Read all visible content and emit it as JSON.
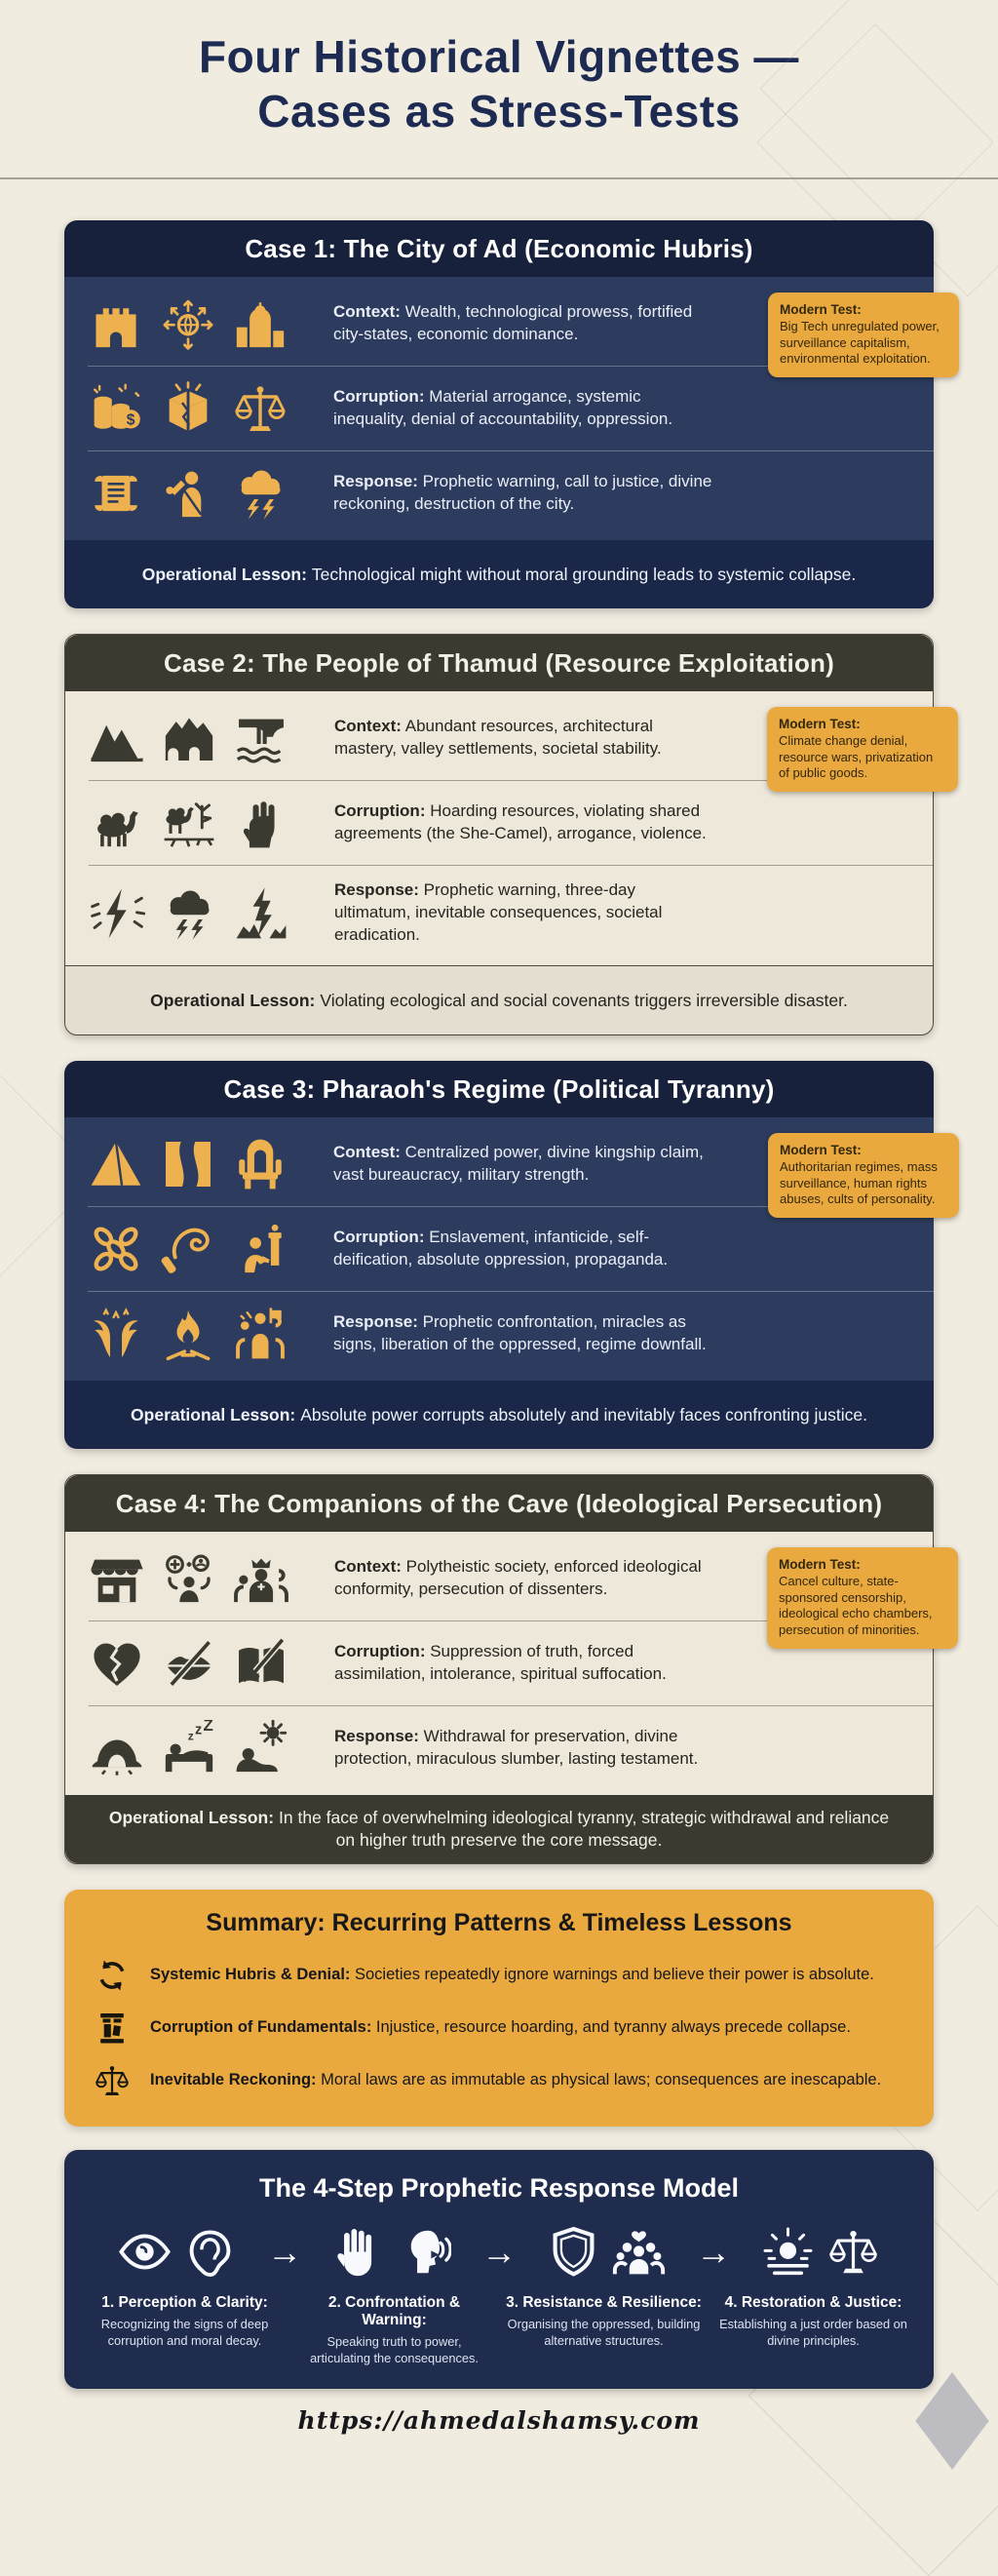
{
  "page": {
    "title_line1": "Four Historical Vignettes —",
    "title_line2": "Cases as Stress-Tests",
    "footer_url": "https://ahmedalshamsy.com"
  },
  "cases": [
    {
      "title": "Case 1: The City of Ad (Economic Hubris)",
      "rows": [
        {
          "label": "Context:",
          "text": "Wealth, technological prowess, fortified city-states, economic dominance.",
          "icons": [
            "castle",
            "globe",
            "city"
          ]
        },
        {
          "label": "Corruption:",
          "text": "Material arrogance, systemic inequality, denial of accountability, oppression.",
          "icons": [
            "coins",
            "broken-box",
            "scales"
          ]
        },
        {
          "label": "Response:",
          "text": "Prophetic warning, call to justice, divine reckoning, destruction of the city.",
          "icons": [
            "scroll",
            "preacher",
            "storm"
          ]
        }
      ],
      "modern_test_label": "Modern Test:",
      "modern_test": "Big Tech unregulated power, surveillance capitalism, environmental exploitation.",
      "lesson_label": "Operational Lesson:",
      "lesson": "Technological might without moral grounding leads to systemic collapse."
    },
    {
      "title": "Case 2: The People of Thamud (Resource Exploitation)",
      "rows": [
        {
          "label": "Context:",
          "text": "Abundant resources, architectural mastery, valley settlements, societal stability.",
          "icons": [
            "mountains",
            "arches",
            "waterfall"
          ]
        },
        {
          "label": "Corruption:",
          "text": "Hoarding resources, violating shared agreements (the She-Camel), arrogance, violence.",
          "icons": [
            "camel",
            "dead-land",
            "fist"
          ]
        },
        {
          "label": "Response:",
          "text": "Prophetic warning, three-day ultimatum, inevitable consequences, societal eradication.",
          "icons": [
            "quake",
            "storm",
            "rockfall"
          ]
        }
      ],
      "modern_test_label": "Modern Test:",
      "modern_test": "Climate change denial, resource wars, privatization of public goods.",
      "lesson_label": "Operational Lesson:",
      "lesson": "Violating ecological and social covenants triggers irreversible disaster."
    },
    {
      "title": "Case 3: Pharaoh's Regime (Political Tyranny)",
      "rows": [
        {
          "label": "Contest:",
          "text": "Centralized power, divine kingship claim, vast bureaucracy, military strength.",
          "icons": [
            "pyramid",
            "river",
            "throne"
          ]
        },
        {
          "label": "Corruption:",
          "text": "Enslavement, infanticide, self-deification, absolute oppression, propaganda.",
          "icons": [
            "chains",
            "whip",
            "kneel"
          ]
        },
        {
          "label": "Response:",
          "text": "Prophetic confrontation, miracles as signs, liberation of the oppressed, regime downfall.",
          "icons": [
            "waves",
            "fire",
            "uprising"
          ]
        }
      ],
      "modern_test_label": "Modern Test:",
      "modern_test": "Authoritarian regimes, mass surveillance, human rights abuses, cults of personality.",
      "lesson_label": "Operational Lesson:",
      "lesson": "Absolute power corrupts absolutely and inevitably faces confronting justice."
    },
    {
      "title": "Case 4: The Companions of the Cave (Ideological Persecution)",
      "rows": [
        {
          "label": "Context:",
          "text": "Polytheistic society, enforced ideological conformity, persecution of dissenters.",
          "icons": [
            "market",
            "idols",
            "king"
          ]
        },
        {
          "label": "Corruption:",
          "text": "Suppression of truth, forced assimilation, intolerance, spiritual suffocation.",
          "icons": [
            "broken-heart",
            "silenced",
            "book-sword"
          ]
        },
        {
          "label": "Response:",
          "text": "Withdrawal for preservation, divine protection, miraculous slumber, lasting testament.",
          "icons": [
            "cave",
            "sleep",
            "wake"
          ]
        }
      ],
      "modern_test_label": "Modern Test:",
      "modern_test": "Cancel culture, state-sponsored censorship, ideological echo chambers, persecution of minorities.",
      "lesson_label": "Operational Lesson:",
      "lesson": "In the face of overwhelming ideological tyranny, strategic withdrawal and reliance on higher truth preserve the core message."
    }
  ],
  "summary": {
    "title": "Summary: Recurring Patterns & Timeless Lessons",
    "items": [
      {
        "label": "Systemic Hubris & Denial:",
        "text": "Societies repeatedly ignore warnings and believe their power is absolute.",
        "icon": "cycle"
      },
      {
        "label": "Corruption of Fundamentals:",
        "text": "Injustice, resource hoarding, and tyranny always precede collapse.",
        "icon": "pillar"
      },
      {
        "label": "Inevitable Reckoning:",
        "text": "Moral laws are as immutable as physical laws; consequences are inescapable.",
        "icon": "scales"
      }
    ]
  },
  "model": {
    "title": "The 4-Step Prophetic Response Model",
    "arrow": "→",
    "steps": [
      {
        "title": "1. Perception & Clarity:",
        "text": "Recognizing the signs of deep corruption and moral decay.",
        "icons": [
          "eye",
          "ear"
        ]
      },
      {
        "title": "2. Confrontation & Warning:",
        "text": "Speaking truth to power, articulating the consequences.",
        "icons": [
          "hand",
          "speak"
        ]
      },
      {
        "title": "3. Resistance & Resilience:",
        "text": "Organising the oppressed, building alternative structures.",
        "icons": [
          "shield",
          "people"
        ]
      },
      {
        "title": "4. Restoration & Justice:",
        "text": "Establishing a just order based on divine principles.",
        "icons": [
          "sunrise",
          "scales"
        ]
      }
    ]
  },
  "colors": {
    "background": "#F1ECE0",
    "title_navy": "#1D2A52",
    "navy_header": "#18213C",
    "navy_body": "#2D3C5E",
    "navy_footer": "#1A2748",
    "charcoal": "#3B3A30",
    "light_body": "#EDE8DA",
    "light_footer": "#E3DED0",
    "amber": "#E9A93F",
    "icon_gold": "#EDB150"
  }
}
